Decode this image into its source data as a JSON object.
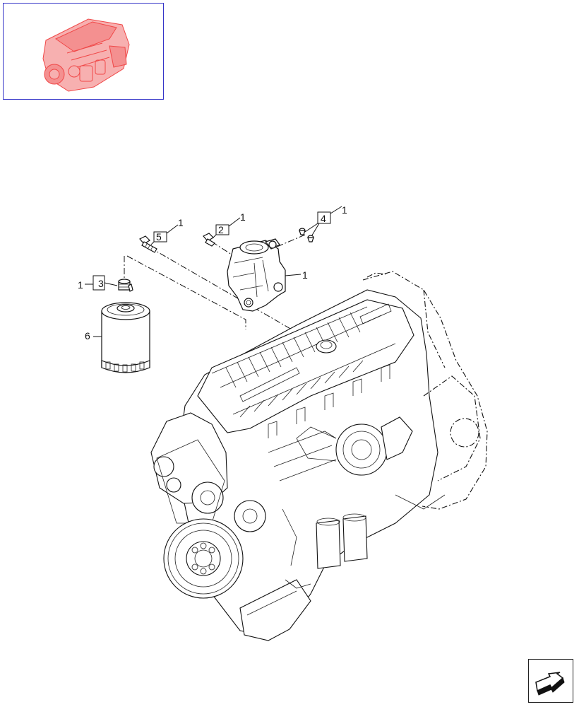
{
  "callouts": {
    "c5_num": "5",
    "c5_ref": "1",
    "c2_num": "2",
    "c2_ref": "1",
    "c4_num": "4",
    "c4_ref": "1",
    "c1_bracket": "1",
    "c3_num": "3",
    "c3_ref": "1",
    "c6_num": "6"
  },
  "icons": {
    "thumbnail": "engine-thumbnail-icon",
    "navigation": "page-arrow-icon"
  },
  "colors": {
    "thumbnail_frame": "#3535c8",
    "thumbnail_engine": "#f04848",
    "line": "#111111"
  }
}
